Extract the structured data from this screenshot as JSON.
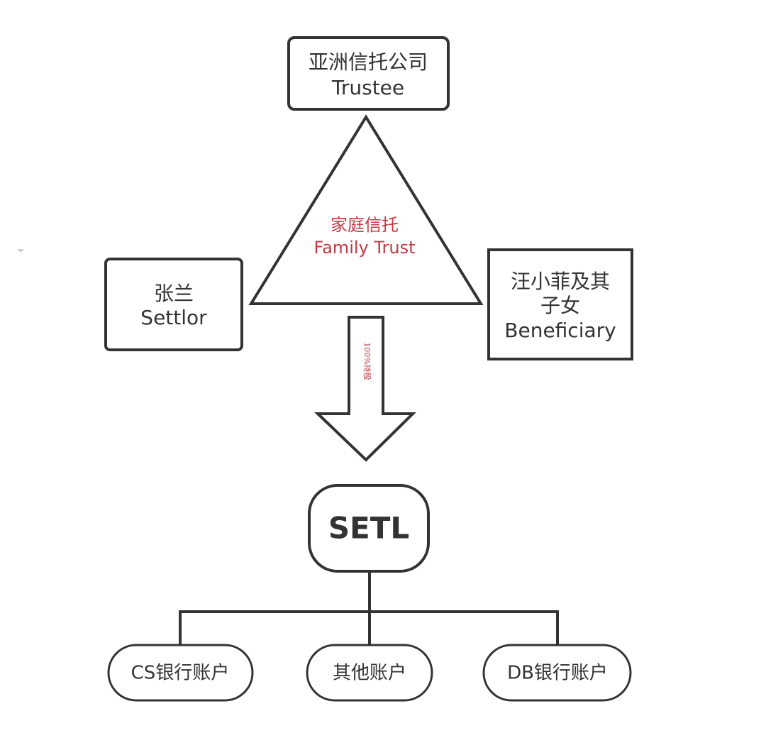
{
  "trustee": {
    "line1": "亚洲信托公司",
    "line2": "Trustee"
  },
  "trust": {
    "line1": "家庭信托",
    "line2": "Family Trust"
  },
  "settlor": {
    "line1": "张兰",
    "line2": "Settlor"
  },
  "beneficiary": {
    "line1": "汪小菲及其",
    "line2": "子女",
    "line3": "Beneficiary"
  },
  "arrow": {
    "label": "100%持股"
  },
  "company": {
    "label": "SETL"
  },
  "accounts": [
    {
      "label": "CS银行账户"
    },
    {
      "label": "其他账户"
    },
    {
      "label": "DB银行账户"
    }
  ],
  "colors": {
    "line": "#333333",
    "accent": "#c23a44",
    "background": "#ffffff"
  }
}
